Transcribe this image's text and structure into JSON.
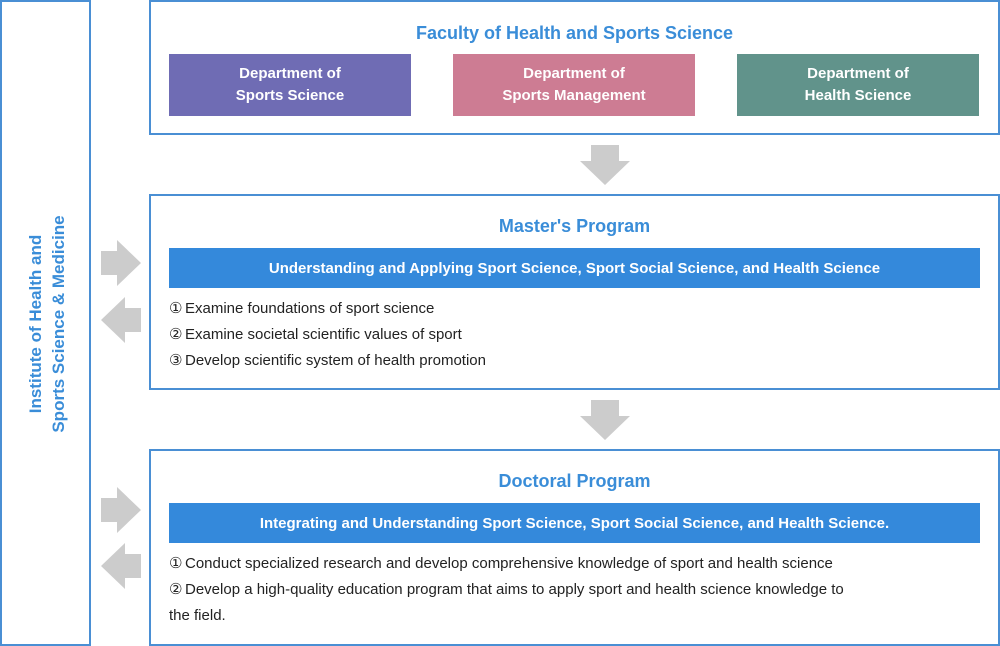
{
  "institute": {
    "label": "Institute of Health and\nSports Science & Medicine"
  },
  "faculty": {
    "title": "Faculty of Health and Sports Science",
    "departments": [
      {
        "label": "Department of\nSports Science",
        "color": "#6f6cb4"
      },
      {
        "label": "Department of\nSports Management",
        "color": "#cd7c93"
      },
      {
        "label": "Department of\nHealth Science",
        "color": "#61938b"
      }
    ]
  },
  "masters": {
    "title": "Master's Program",
    "banner": "Understanding and Applying Sport Science, Sport Social Science, and Health Science",
    "items": [
      {
        "mark": "①",
        "text": "Examine foundations of sport science"
      },
      {
        "mark": "②",
        "text": "Examine societal scientific values of sport"
      },
      {
        "mark": "③",
        "text": "Develop scientific system of health promotion"
      }
    ]
  },
  "doctoral": {
    "title": "Doctoral Program",
    "banner": "Integrating and Understanding Sport Science, Sport Social Science, and Health Science.",
    "items": [
      {
        "mark": "①",
        "text": "Conduct  specialized research and develop comprehensive knowledge of sport and health science"
      },
      {
        "mark": "②",
        "text": "Develop a high-quality education program that aims to apply sport and health science knowledge to",
        "cont": "the field."
      }
    ]
  },
  "colors": {
    "border": "#4a8fd4",
    "title": "#3a8dd8",
    "banner": "#3489db",
    "arrow": "#cccccc"
  }
}
